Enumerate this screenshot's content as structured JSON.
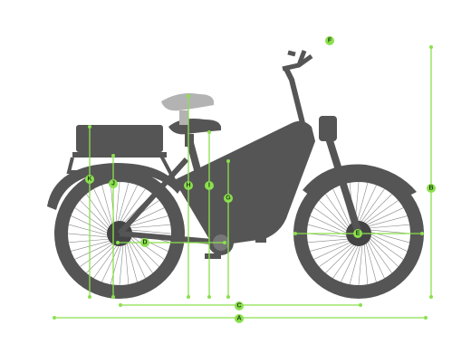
{
  "diagram": {
    "markers": [
      {
        "id": "A",
        "label": "A"
      },
      {
        "id": "B",
        "label": "B"
      },
      {
        "id": "C",
        "label": "C"
      },
      {
        "id": "D",
        "label": "D"
      },
      {
        "id": "E",
        "label": "E"
      },
      {
        "id": "F",
        "label": "F"
      },
      {
        "id": "G",
        "label": "G"
      },
      {
        "id": "H",
        "label": "H"
      },
      {
        "id": "I",
        "label": "I"
      },
      {
        "id": "J",
        "label": "J"
      },
      {
        "id": "K",
        "label": "K"
      }
    ],
    "colors": {
      "dimension": "#8be04e",
      "bike": "#555555",
      "seat_ghost": "#b3b3b3"
    }
  }
}
